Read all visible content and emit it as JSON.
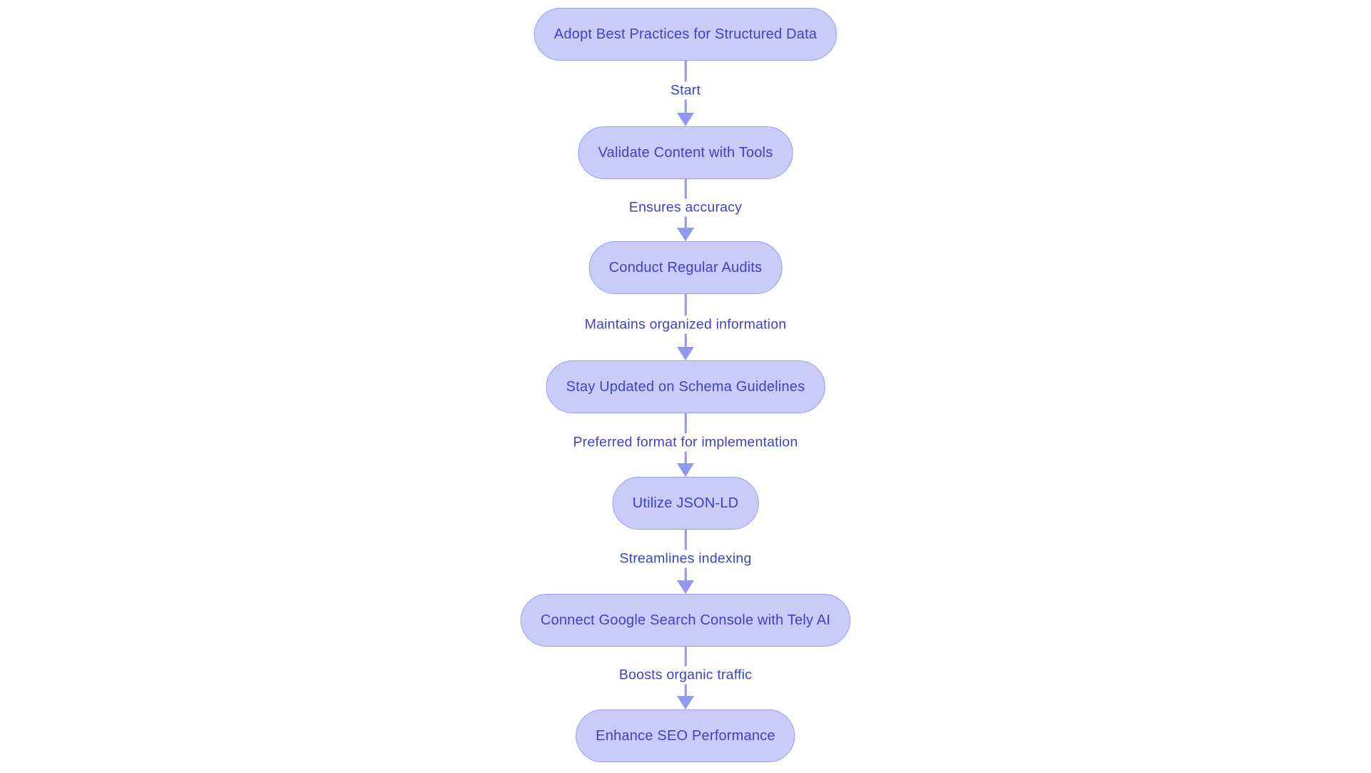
{
  "flow": {
    "title": "Structured Data Best Practices Flowchart",
    "colors": {
      "background": "#ffffff",
      "node_fill": "#c9cbf8",
      "node_border": "#989df2",
      "node_text": "#3d43c4",
      "edge_line": "#9297f0",
      "edge_label_text": "#3d43c4"
    },
    "nodes": [
      {
        "label": "Adopt Best Practices for Structured Data"
      },
      {
        "label": "Validate Content with Tools"
      },
      {
        "label": "Conduct Regular Audits"
      },
      {
        "label": "Stay Updated on Schema Guidelines"
      },
      {
        "label": "Utilize JSON-LD"
      },
      {
        "label": "Connect Google Search Console with Tely AI"
      },
      {
        "label": "Enhance SEO Performance"
      }
    ],
    "edges": [
      {
        "from": 0,
        "to": 1,
        "label": "Start"
      },
      {
        "from": 1,
        "to": 2,
        "label": "Ensures accuracy"
      },
      {
        "from": 2,
        "to": 3,
        "label": "Maintains organized information"
      },
      {
        "from": 3,
        "to": 4,
        "label": "Preferred format for implementation"
      },
      {
        "from": 4,
        "to": 5,
        "label": "Streamlines indexing"
      },
      {
        "from": 5,
        "to": 6,
        "label": "Boosts organic traffic"
      }
    ]
  }
}
